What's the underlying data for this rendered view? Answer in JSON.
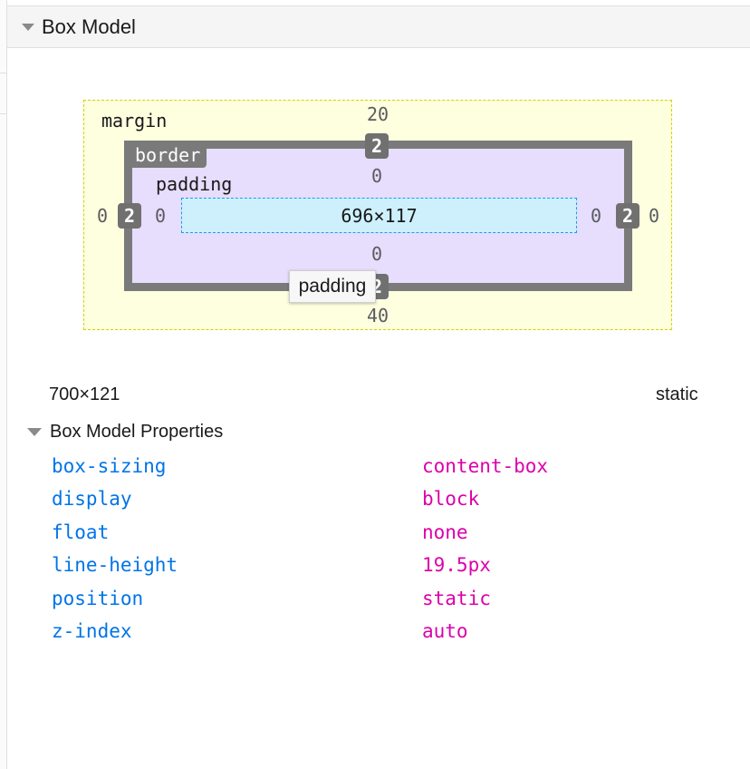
{
  "section": {
    "title": "Box Model"
  },
  "box_model": {
    "margin": {
      "label": "margin",
      "top": "20",
      "right": "0",
      "bottom": "40",
      "left": "0"
    },
    "border": {
      "label": "border",
      "top": "2",
      "right": "2",
      "bottom": "2",
      "left": "2"
    },
    "padding": {
      "label": "padding",
      "top": "0",
      "right": "0",
      "bottom": "0",
      "left": "0"
    },
    "content": {
      "size": "696×117"
    },
    "tooltip": "padding"
  },
  "info": {
    "dimensions": "700×121",
    "position": "static"
  },
  "properties": {
    "title": "Box Model Properties",
    "rows": [
      {
        "name": "box-sizing",
        "value": "content-box"
      },
      {
        "name": "display",
        "value": "block"
      },
      {
        "name": "float",
        "value": "none"
      },
      {
        "name": "line-height",
        "value": "19.5px"
      },
      {
        "name": "position",
        "value": "static"
      },
      {
        "name": "z-index",
        "value": "auto"
      }
    ]
  },
  "colors": {
    "property_name": "#0074e8",
    "property_value": "#dd00a9",
    "margin_bg": "#fdffde",
    "border_bg": "#7a7a7a",
    "padding_bg": "#e7ddfc",
    "content_bg": "#cdf0fc"
  }
}
